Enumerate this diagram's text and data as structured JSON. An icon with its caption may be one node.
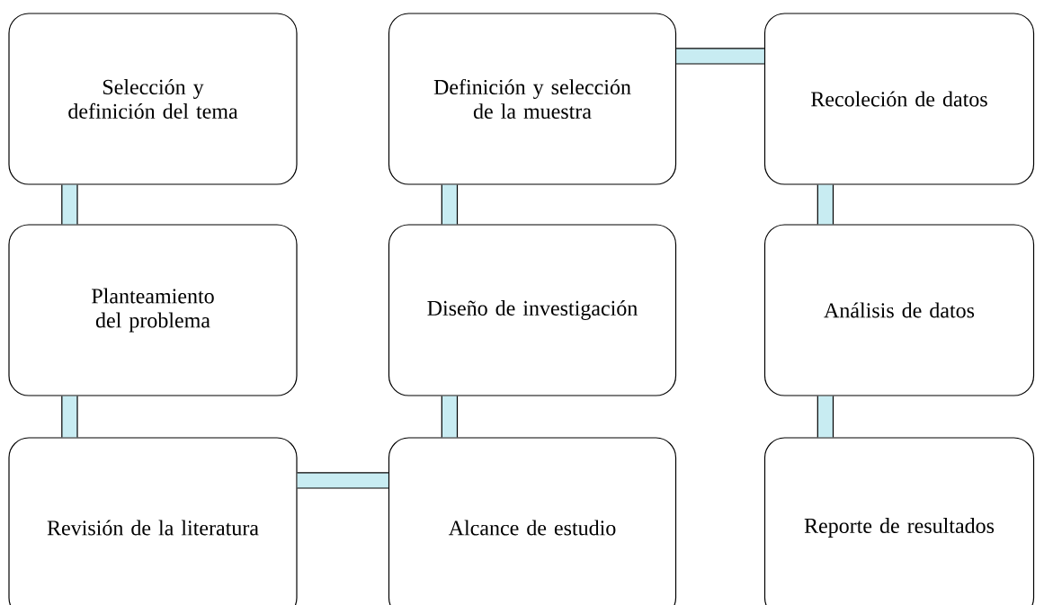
{
  "diagram": {
    "nodes": [
      {
        "text": [
          "Selección y definición del tema"
        ]
      },
      {
        "text": [
          "Planteamiento del problema"
        ]
      },
      {
        "text": [
          "Revisión de la literatura"
        ]
      },
      {
        "text": [
          "Alcance de estudio"
        ]
      },
      {
        "text": [
          "Diseño de investigación"
        ]
      },
      {
        "text": [
          "Definición y selección de la muestra"
        ]
      },
      {
        "text": [
          "Recoleción de datos"
        ]
      },
      {
        "text": [
          "Análisis de datos"
        ]
      },
      {
        "text": [
          "Reporte de resultados"
        ]
      }
    ],
    "edges": [
      {
        "from": 0,
        "to": 1,
        "arrow": "none"
      },
      {
        "from": 1,
        "to": 2,
        "arrow": "none"
      },
      {
        "from": 2,
        "to": 3,
        "arrow": "none"
      },
      {
        "from": 3,
        "to": 4,
        "arrow": "none"
      },
      {
        "from": 4,
        "to": 5,
        "arrow": "none"
      },
      {
        "from": 5,
        "to": 6,
        "arrow": "none"
      },
      {
        "from": 6,
        "to": 7,
        "arrow": "none"
      },
      {
        "from": 7,
        "to": 8,
        "arrow": "none"
      }
    ]
  }
}
